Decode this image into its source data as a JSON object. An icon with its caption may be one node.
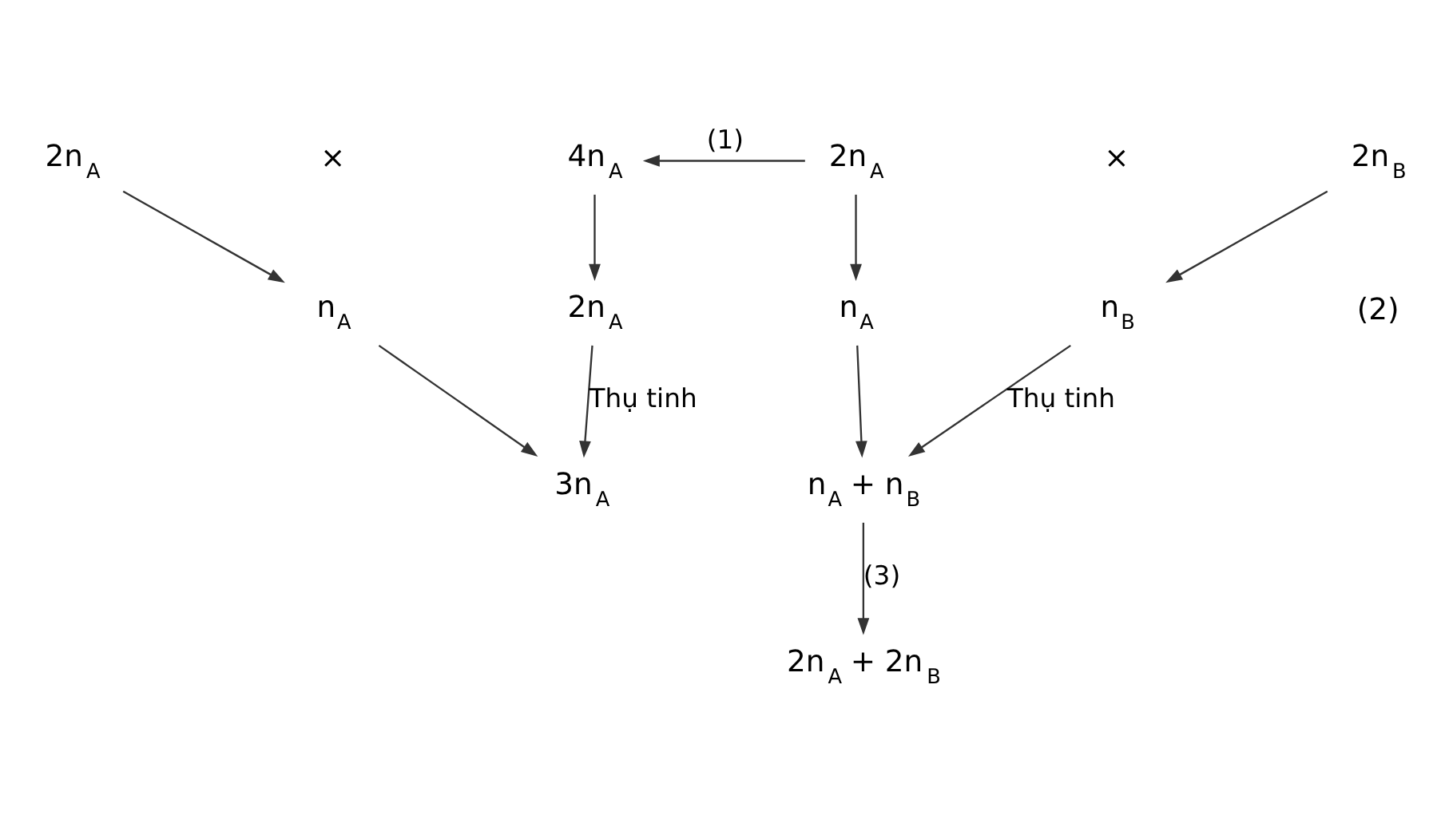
{
  "diagram": {
    "nodes": [
      {
        "text": [
          "2n$_{A}$"
        ]
      },
      {
        "text": [
          "4n$_{A}$"
        ]
      },
      {
        "text": [
          "2n$_{A}$"
        ]
      },
      {
        "text": [
          "2n$_{B}$"
        ]
      },
      {
        "text": [
          "n$_{A}$"
        ]
      },
      {
        "text": [
          "2n$_{A}$"
        ]
      },
      {
        "text": [
          "n$_{A}$"
        ]
      },
      {
        "text": [
          "n$_{B}$"
        ]
      },
      {
        "text": [
          "3n$_{A}$"
        ]
      },
      {
        "text": [
          "n$_{A}$ + n$_{B}$"
        ]
      },
      {
        "text": [
          "2n$_{A}$ + 2n$_{B}$"
        ]
      }
    ],
    "edges": [
      {
        "from": 2,
        "to": 1,
        "arrow": "to",
        "label": "(1)"
      },
      {
        "from": 0,
        "to": 4,
        "arrow": "to"
      },
      {
        "from": 1,
        "to": 5,
        "arrow": "to"
      },
      {
        "from": 2,
        "to": 6,
        "arrow": "to"
      },
      {
        "from": 3,
        "to": 7,
        "arrow": "to"
      },
      {
        "from": 4,
        "to": 8,
        "arrow": "to"
      },
      {
        "from": 5,
        "to": 8,
        "arrow": "to",
        "label": "Thụ tinh"
      },
      {
        "from": 6,
        "to": 9,
        "arrow": "to"
      },
      {
        "from": 7,
        "to": 9,
        "arrow": "to",
        "label": "Thụ tinh"
      },
      {
        "from": 9,
        "to": 10,
        "arrow": "to",
        "label": "(3)"
      }
    ],
    "labels": [
      "×",
      "×",
      "(2)"
    ]
  }
}
